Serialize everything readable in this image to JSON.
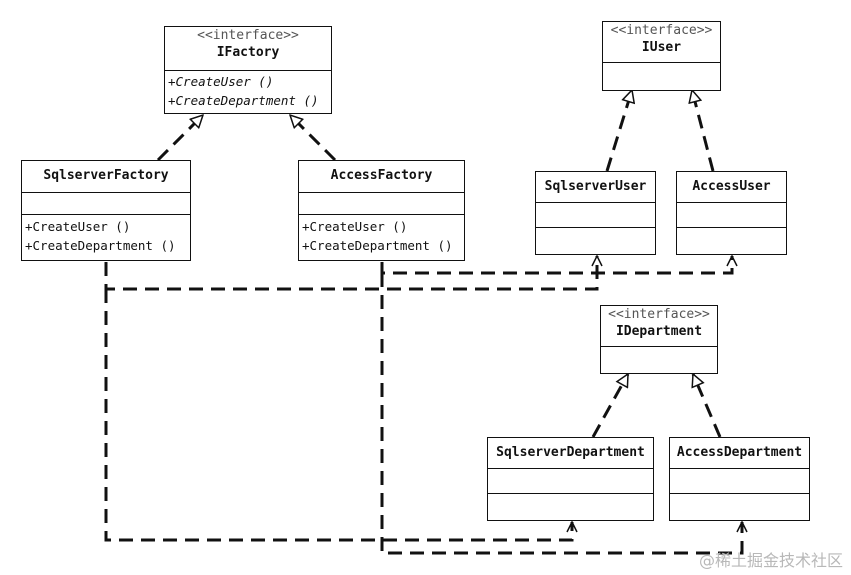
{
  "interfaces": {
    "ifactory": {
      "stereotype": "<<interface>>",
      "name": "IFactory",
      "ops": [
        "+CreateUser ()",
        "+CreateDepartment ()"
      ]
    },
    "iuser": {
      "stereotype": "<<interface>>",
      "name": "IUser"
    },
    "idepartment": {
      "stereotype": "<<interface>>",
      "name": "IDepartment"
    }
  },
  "classes": {
    "sqlserver_factory": {
      "name": "SqlserverFactory",
      "ops": [
        "+CreateUser ()",
        "+CreateDepartment ()"
      ]
    },
    "access_factory": {
      "name": "AccessFactory",
      "ops": [
        "+CreateUser ()",
        "+CreateDepartment ()"
      ]
    },
    "sqlserver_user": {
      "name": "SqlserverUser"
    },
    "access_user": {
      "name": "AccessUser"
    },
    "sqlserver_department": {
      "name": "SqlserverDepartment"
    },
    "access_department": {
      "name": "AccessDepartment"
    }
  },
  "watermark": "@稀土掘金技术社区"
}
